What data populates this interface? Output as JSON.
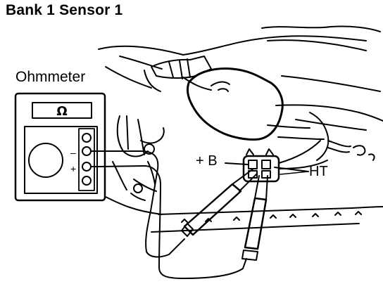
{
  "title": "Bank 1 Sensor 1",
  "ohmmeter": {
    "label": "Ohmmeter",
    "unit_symbol": "Ω",
    "minus_terminal": "–",
    "plus_terminal": "+"
  },
  "connector": {
    "positive_terminal_label": "+ B",
    "heater_terminal_label": "HT"
  }
}
